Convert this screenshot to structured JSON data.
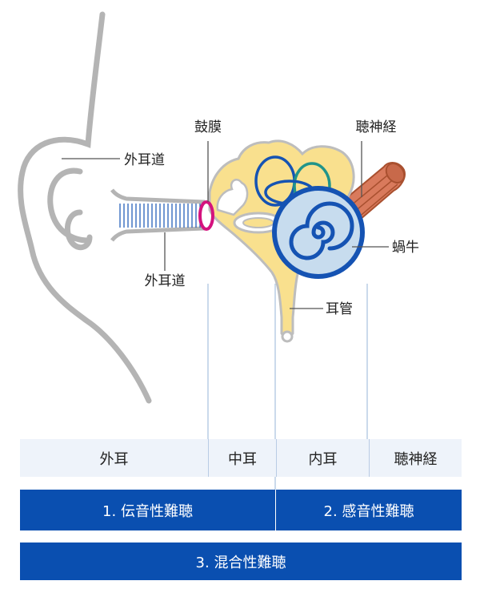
{
  "labels": {
    "outer_canal_upper": "外耳道",
    "eardrum": "鼓膜",
    "auditory_nerve": "聴神経",
    "outer_canal_lower": "外耳道",
    "cochlea": "蝸牛",
    "eustachian_tube": "耳管"
  },
  "regions": [
    "外耳",
    "中耳",
    "内耳",
    "聴神経"
  ],
  "hearing_loss": {
    "conductive": "1. 伝音性難聴",
    "sensorineural": "2. 感音性難聴",
    "mixed": "3. 混合性難聴"
  },
  "colors": {
    "band_blue": "#0a4fb0",
    "region_bg": "#eef3fa",
    "bone_fill": "#f9e08e",
    "cochlea_blue": "#1553b3",
    "cochlea_fill": "#c7dcee",
    "canals_teal": "#21948a",
    "eardrum_pink": "#d4127e",
    "nerve_brown": "#d97a5c",
    "ear_gray": "#b4b4b4"
  }
}
